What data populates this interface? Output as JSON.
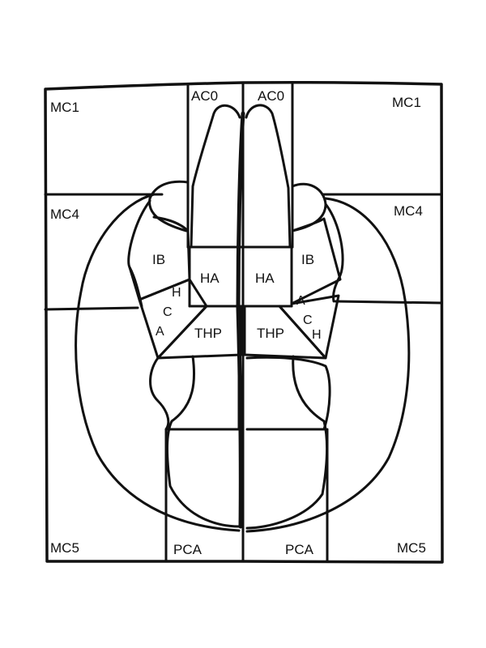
{
  "colors": {
    "ink": "#111111",
    "paper": "#ffffff"
  },
  "labels": {
    "mc1_left": "MC1",
    "mc1_right": "MC1",
    "aco_left": "AC0",
    "aco_right": "AC0",
    "mc4_left": "MC4",
    "mc4_right": "MC4",
    "ib_left": "IB",
    "ib_right": "IB",
    "ha_left": "HA",
    "ha_right": "HA",
    "thp_left": "THP",
    "thp_right": "THP",
    "ach_left": [
      "H",
      "C",
      "A"
    ],
    "ach_right": [
      "A",
      "C",
      "H"
    ],
    "mc5_left": "MC5",
    "mc5_right": "MC5",
    "pca_left": "PCA",
    "pca_right": "PCA"
  }
}
